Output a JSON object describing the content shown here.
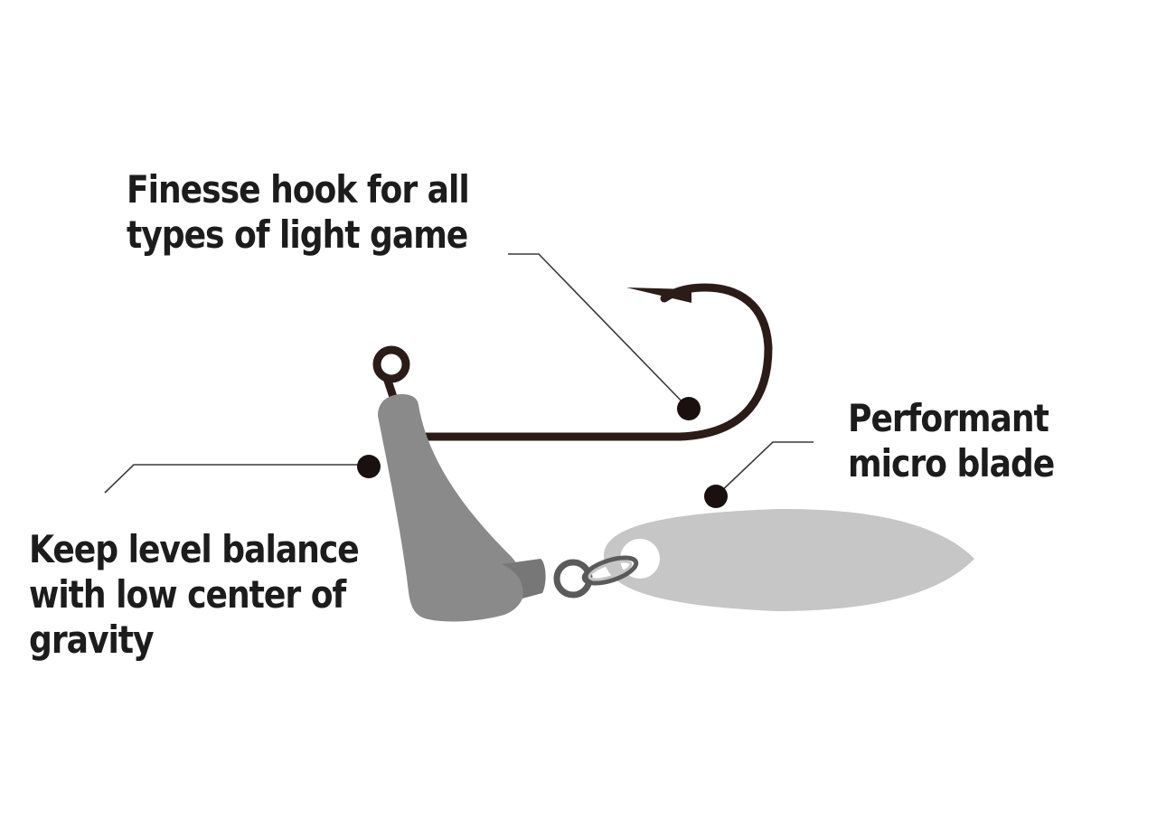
{
  "labels": {
    "hook": {
      "lines": [
        "Finesse hook for all",
        "types of light game"
      ]
    },
    "blade": {
      "lines": [
        "Performant",
        "micro blade"
      ]
    },
    "balance": {
      "lines": [
        "Keep level balance",
        "with low center of",
        "gravity"
      ]
    }
  },
  "colors": {
    "hook_wire": "#2b1c18",
    "jig_head": "#8a8a8a",
    "jig_neck": "#777777",
    "blade": "#c6c6c6",
    "swivel": "#5a5a5a",
    "callout_dot": "#1a1010",
    "callout_line": "#3a3a3a",
    "text": "#1c1c1c"
  }
}
